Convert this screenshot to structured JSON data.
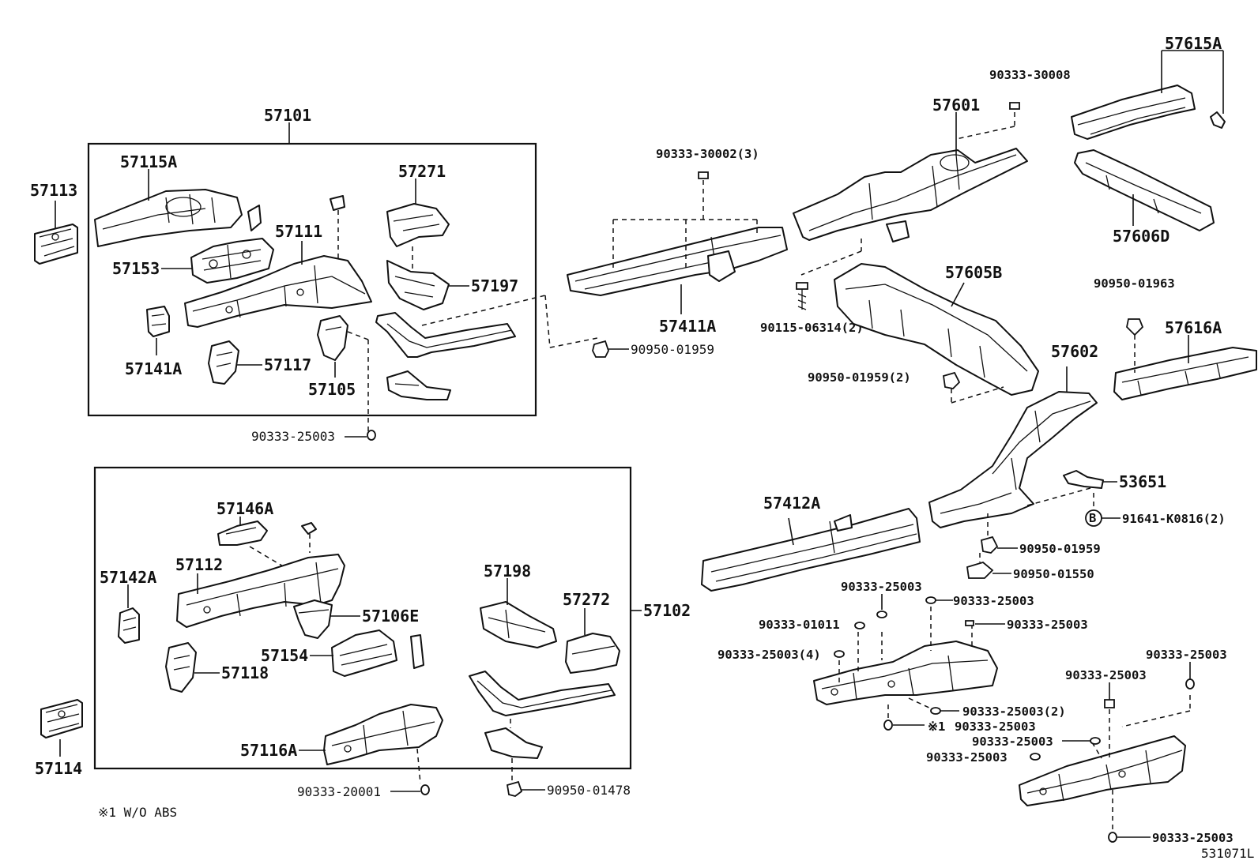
{
  "diagram": {
    "group_labels": {
      "g57101": "57101",
      "g57102": "57102"
    },
    "parts": {
      "p57113": "57113",
      "p57115A": "57115A",
      "p57153": "57153",
      "p57111": "57111",
      "p57271": "57271",
      "p57197": "57197",
      "p57141A": "57141A",
      "p57117": "57117",
      "p57105": "57105",
      "p57411A": "57411A",
      "p57601": "57601",
      "p57615A": "57615A",
      "p57606D": "57606D",
      "p57605B": "57605B",
      "p57616A": "57616A",
      "p57602": "57602",
      "p53651": "53651",
      "p57412A": "57412A",
      "p57146A": "57146A",
      "p57112": "57112",
      "p57142A": "57142A",
      "p57106E": "57106E",
      "p57154": "57154",
      "p57118": "57118",
      "p57198": "57198",
      "p57272": "57272",
      "p57116A": "57116A",
      "p57114": "57114"
    },
    "fasteners": {
      "f1": "90333-25003",
      "f2": "90333-30002(3)",
      "f3": "90950-01959",
      "f4": "90333-30008",
      "f5": "90115-06314(2)",
      "f6": "90950-01959(2)",
      "f7": "90950-01963",
      "f8": "91641-K0816(2)",
      "f9": "90950-01959",
      "f10": "90950-01550",
      "f11": "90333-25003",
      "f12": "90333-25003",
      "f13": "90333-01011",
      "f14": "90333-25003",
      "f15": "90333-25003(4)",
      "f16": "90333-25003(2)",
      "f17": "90333-25003",
      "f18": "90333-25003",
      "f19": "90333-25003",
      "f20": "90333-25003",
      "f21": "90333-25003",
      "f22": "90333-25003",
      "f23": "90333-20001",
      "f24": "90950-01478"
    },
    "markers": {
      "star1": "※1",
      "bolt_b": "B"
    },
    "footnote": "※1 W/O ABS",
    "drawing_code": "531071L"
  }
}
